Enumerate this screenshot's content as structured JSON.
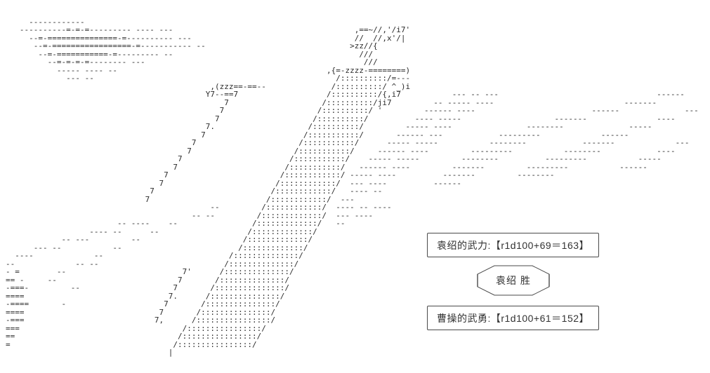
{
  "scene": {
    "aa_lines": [
      "",
      "     ------------",
      "   ----------=-=-=--------- ---- ---                                       ,==~//,'/i7'",
      "     --=-===============-=---------- ---                                   //  //,x'/|",
      "      --=-=================-=----------- --                               >zz//{",
      "       --=-===========-=--------- --                                        ///",
      "         --=-=-=-=-------- ---                                               ///",
      "           ----- ---- --                                             ,{=-zzzz-========)",
      "             --- --                                                    /::::::::::/=---",
      "                                            ,(zzz==-==--              /::::::::::/ ^_)i",
      "                                           Y7--==7                   /::::::::::/{,i7           --- -- ---                                  ------",
      "                                               7                    /::::::::::/ji7         -- ----- ----                            -------",
      "                                              7                    /::::::::::/ '         ------ ----                         ------              ---",
      "                                             7                    /::::::::::/          ---- -----                    -------               ----",
      "                                           7.                    /::::::::::/         ----- ----                --------              -----",
      "                                          7                     /:::::::::::/       ------ ---            ---------             ------",
      "                                        7                      /:::::::::::/      ----- -----           --------            -------             ---",
      "                                       7                      /:::::::::::/     ------ ----         ---------           --------            ----",
      "                                     7                       /:::::::::::/    ----- -----         --------          ---------           -----",
      "                                    7                       /:::::::::::/   ------ ----         -------         ---------           ------",
      "                                  7                        /::::::::::::/ ----- ----          -------         --------",
      "                                 7                        /::::::::::::/  --- ----          ------",
      "                               7                         /::::::::::::/   ---- --",
      "                              7                         /::::::::::::/  ---",
      "                                            --         /::::::::::::/  ---- -- ----",
      "                                        -- --         /:::::::::::::/  --- ----",
      "                        -- ----    --                /:::::::::::::/   --",
      "                  ---- --      --                   /:::::::::::::/",
      "            -- ---         --                      /:::::::::::::/",
      "      --- --           --                         /:::::::::::::/",
      "  ----             --                           /::::::::::::::/",
      "--             -- --                           /::::::::::::::/",
      "- =        --                         7'      /::::::::::::::/",
      "== -     --                          7       /::::::::::::::/",
      "-===-         --                    7       /:::::::::::::::/",
      "====                               7.      /:::::::::::::::/",
      "-====       -                     7       /:::::::::::::::/",
      "====                             7       /:::::::::::::::/",
      "-===                            7,      /::::::::::::::::/",
      "===                                   /::::::::::::::::/",
      "==                                   /::::::::::::::::/",
      "=                                   /::::::::::::::::/",
      "                                   |"
    ]
  },
  "dialogs": {
    "roll1": {
      "text": "袁绍的武力:【r1d100+69＝163】"
    },
    "verdict": {
      "text": "袁绍 胜"
    },
    "roll2": {
      "text": "曹操的武勇:【r1d100+61＝152】"
    }
  },
  "colors": {
    "ink": "#2b2b2b",
    "box_border": "#4a4a4a",
    "background": "#ffffff"
  }
}
